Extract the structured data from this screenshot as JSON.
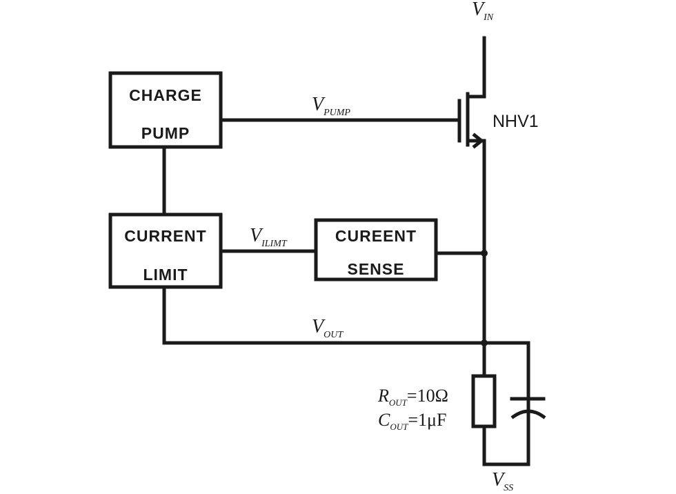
{
  "blocks": {
    "charge_pump": {
      "line1": "CHARGE",
      "line2": "PUMP"
    },
    "current_limit": {
      "line1": "CURRENT",
      "line2": "LIMIT"
    },
    "current_sense": {
      "line1": "CUREENT",
      "line2": "SENSE"
    }
  },
  "device": {
    "name": "NHV1"
  },
  "signals": {
    "vin": {
      "main": "V",
      "sub": "IN"
    },
    "vpump": {
      "main": "V",
      "sub": "PUMP"
    },
    "vilimt": {
      "main": "V",
      "sub": "ILIMT"
    },
    "vout": {
      "main": "V",
      "sub": "OUT"
    },
    "vss": {
      "main": "V",
      "sub": "SS"
    }
  },
  "load": {
    "r_main": "R",
    "r_sub": "OUT",
    "r_value": "=10Ω",
    "c_main": "C",
    "c_sub": "OUT",
    "c_value": "=1μF"
  }
}
